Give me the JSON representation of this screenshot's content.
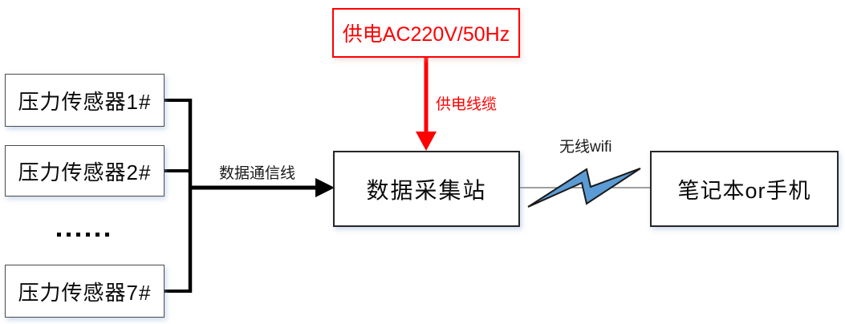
{
  "diagram": {
    "sensors": [
      {
        "label": "压力传感器1#"
      },
      {
        "label": "压力传感器2#"
      },
      {
        "label": "压力传感器7#"
      }
    ],
    "ellipsis_text": "……",
    "ellipsis_dot_count": 6,
    "power_box": {
      "label": "供电AC220V/50Hz"
    },
    "station_box": {
      "label": "数据采集站"
    },
    "client_box": {
      "label": "笔记本or手机"
    },
    "labels": {
      "data_line": "数据通信线",
      "power_cable": "供电线缆",
      "wifi": "无线wifi"
    },
    "colors": {
      "power_red": "#FF0000",
      "bolt_blue": "#5B9BD5",
      "line_black": "#000000",
      "connector_gray": "#808080",
      "sensor_border": "#4D4D4D",
      "main_border": "#262626"
    }
  }
}
